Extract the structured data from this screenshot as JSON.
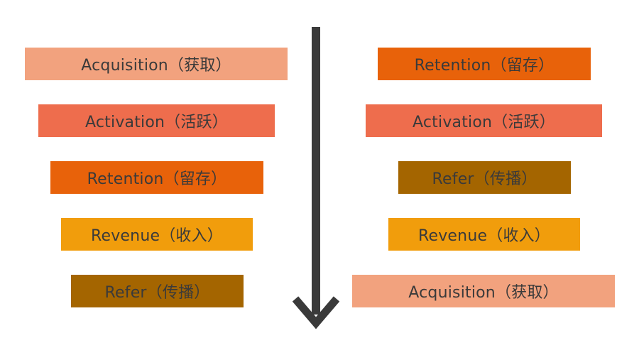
{
  "colors": {
    "acquisition": "#F2A27E",
    "activation": "#EE6D4D",
    "retention": "#E8620A",
    "revenue": "#F19D0C",
    "refer": "#A46500",
    "arrow": "#3A3A3A",
    "text": "#3A3A3A"
  },
  "left_column": [
    {
      "label": "Acquisition（获取）",
      "stage": "acquisition"
    },
    {
      "label": "Activation（活跃）",
      "stage": "activation"
    },
    {
      "label": "Retention（留存）",
      "stage": "retention"
    },
    {
      "label": "Revenue（收入）",
      "stage": "revenue"
    },
    {
      "label": "Refer（传播）",
      "stage": "refer"
    }
  ],
  "right_column": [
    {
      "label": "Retention（留存）",
      "stage": "retention"
    },
    {
      "label": "Activation（活跃）",
      "stage": "activation"
    },
    {
      "label": "Refer（传播）",
      "stage": "refer"
    },
    {
      "label": "Revenue（收入）",
      "stage": "revenue"
    },
    {
      "label": "Acquisition（获取）",
      "stage": "acquisition"
    }
  ],
  "arrow_icon": "down-arrow-icon"
}
